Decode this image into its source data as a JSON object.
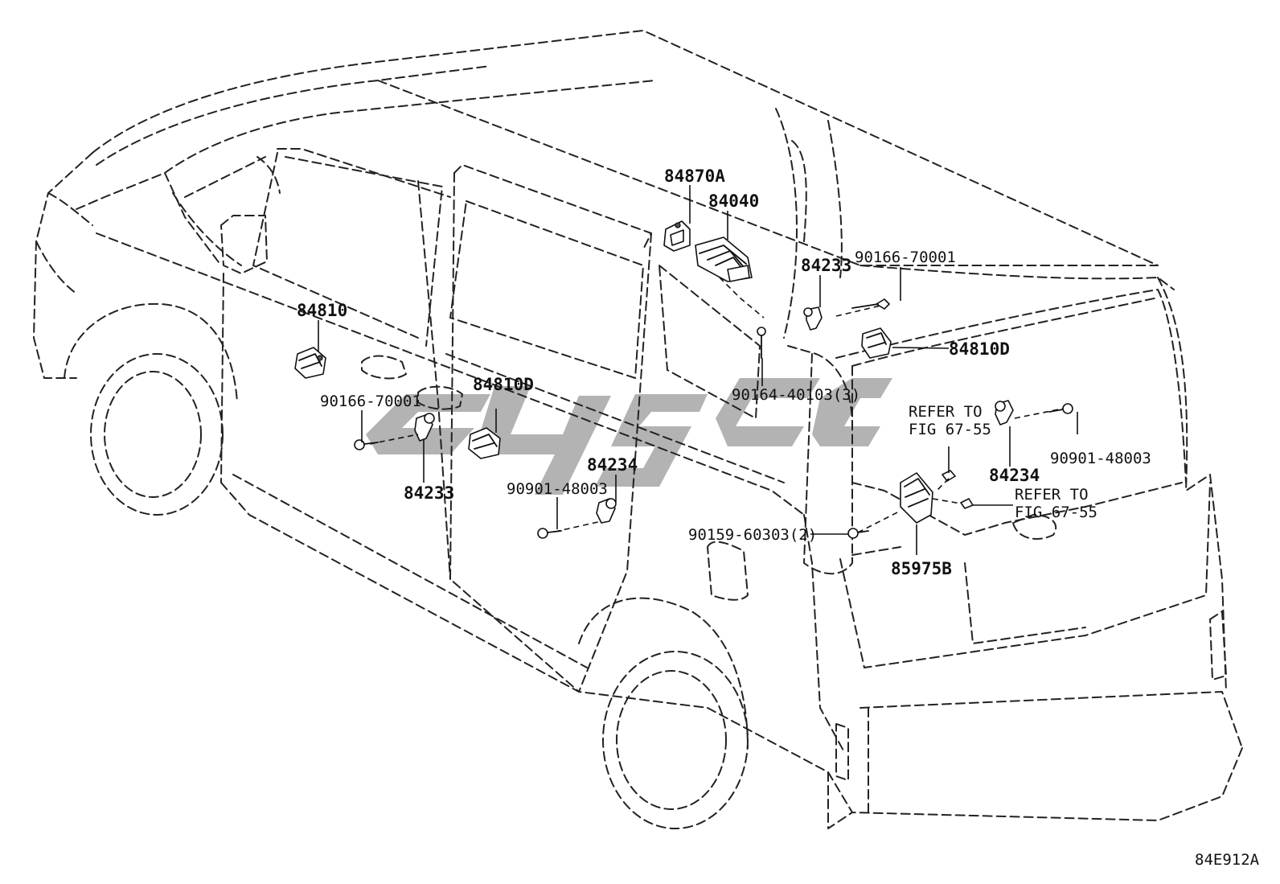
{
  "labels": {
    "p84870A": "84870A",
    "p84040": "84040",
    "p84233_top": "84233",
    "p90166_top": "90166-70001",
    "p84810": "84810",
    "p84810D_right": "84810D",
    "p84810D_mid": "84810D",
    "p90166_left": "90166-70001",
    "p90164": "90164-40103(3)",
    "p84233_left": "84233",
    "p84234_mid": "84234",
    "p90901_mid": "90901-48003",
    "p84234_right": "84234",
    "p90901_right": "90901-48003",
    "refer1_a": "REFER TO",
    "refer1_b": "FIG 67-55",
    "refer2_a": "REFER TO",
    "refer2_b": "FIG 67-55",
    "p90159": "90159-60303(2)",
    "p85975B": "85975B",
    "figure_code": "84E912A"
  }
}
